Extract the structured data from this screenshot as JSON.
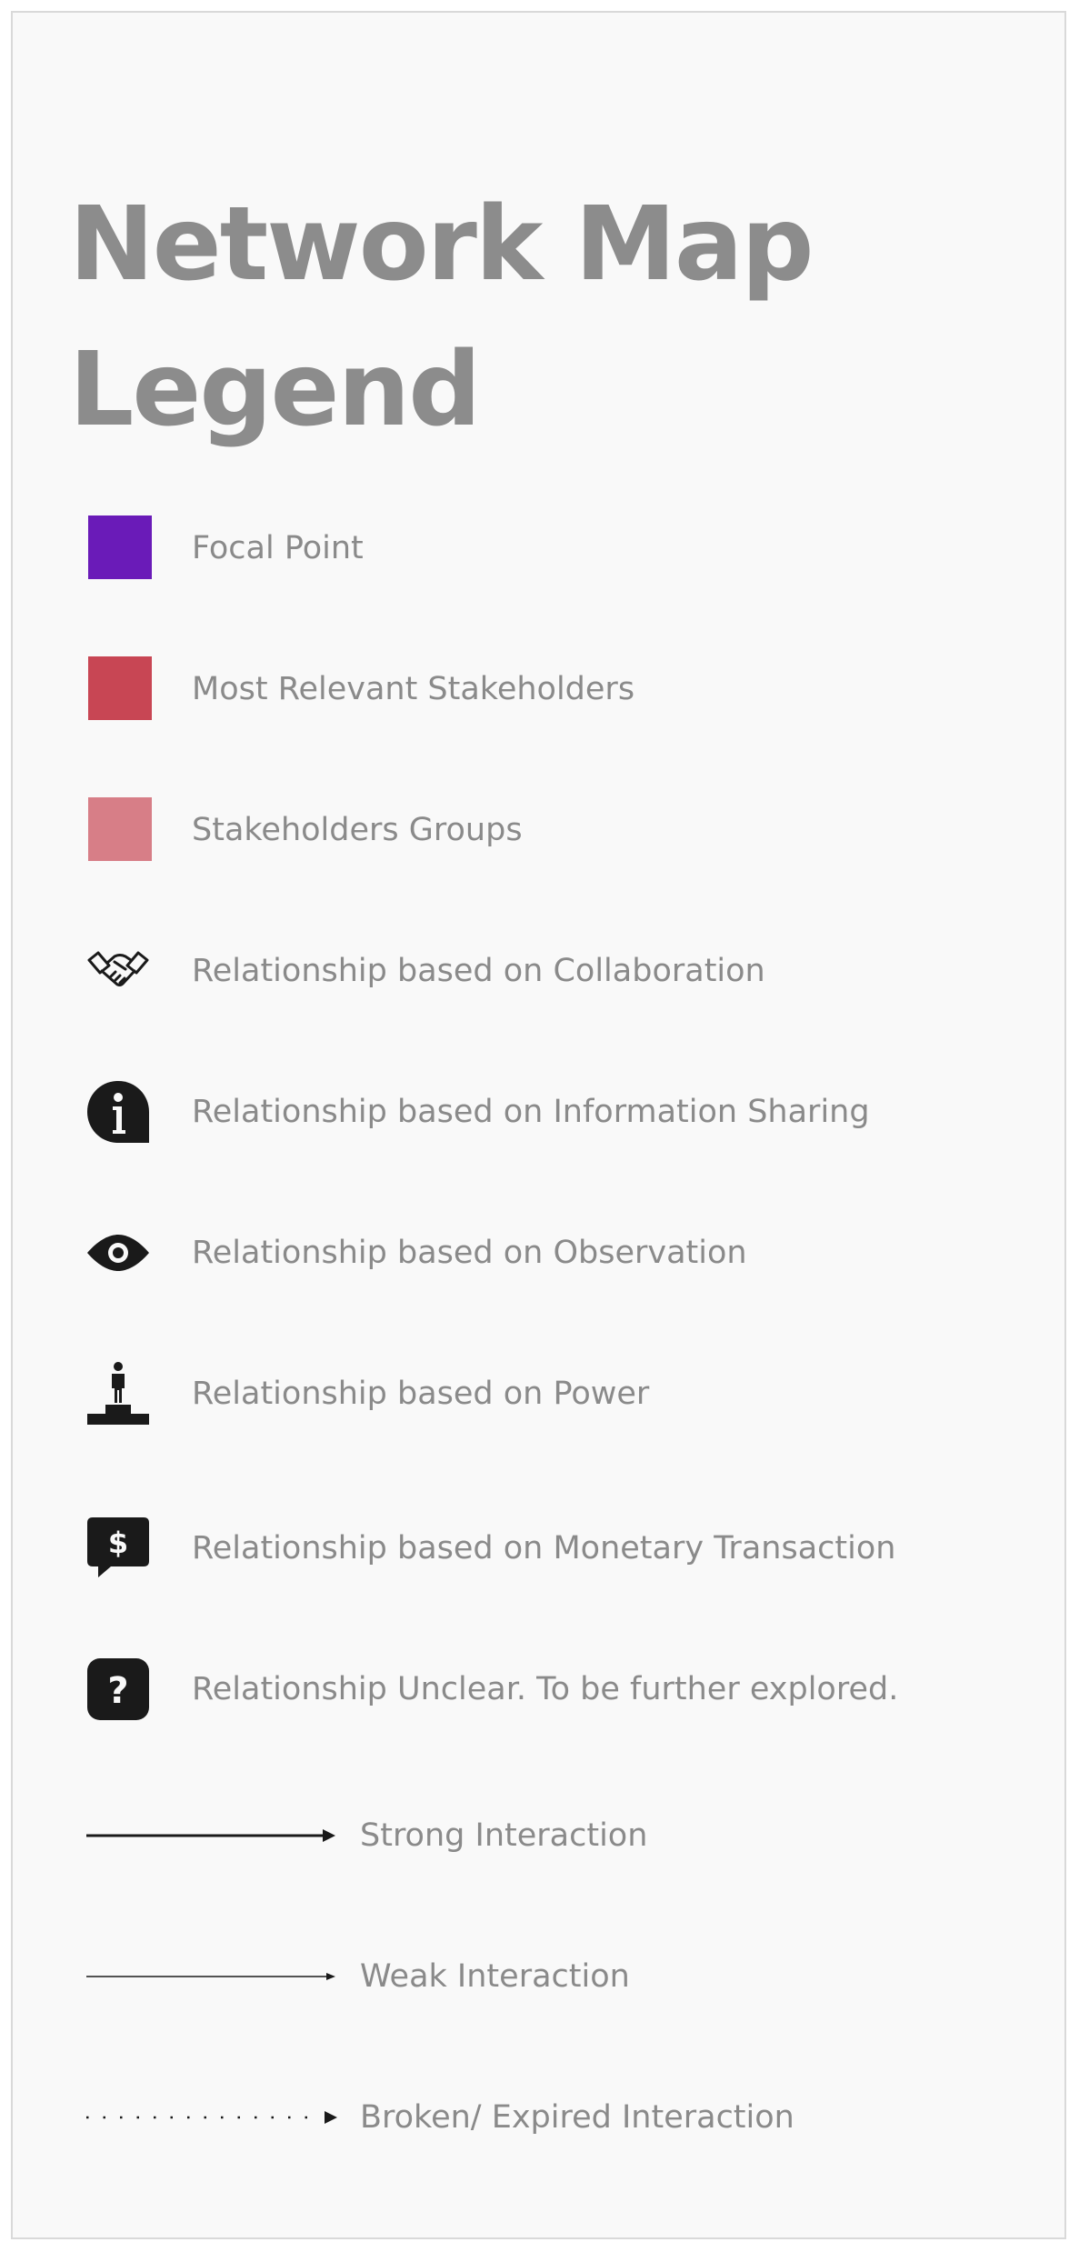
{
  "title": "Network Map Legend",
  "colors": {
    "focal_point": "#6a1bb8",
    "most_relevant": "#c84654",
    "stakeholder_groups": "#d77e87",
    "icon": "#1a1a1a",
    "text": "#8a8a8a"
  },
  "legend": {
    "focal_point": "Focal Point",
    "most_relevant": "Most Relevant Stakeholders",
    "stakeholder_groups": "Stakeholders Groups",
    "collaboration": "Relationship based on Collaboration",
    "information_sharing": "Relationship based on Information Sharing",
    "observation": "Relationship based on Observation",
    "power": "Relationship based on Power",
    "monetary": "Relationship based on Monetary Transaction",
    "unclear": "Relationship Unclear. To be further explored.",
    "strong": "Strong Interaction",
    "weak": "Weak Interaction",
    "broken": "Broken/ Expired Interaction"
  },
  "icons": {
    "collaboration": "handshake-icon",
    "information_sharing": "info-bubble-icon",
    "observation": "eye-icon",
    "power": "podium-person-icon",
    "monetary": "dollar-bubble-icon",
    "unclear": "question-box-icon",
    "strong": "solid-thick-arrow",
    "weak": "solid-thin-arrow",
    "broken": "dotted-arrow"
  }
}
